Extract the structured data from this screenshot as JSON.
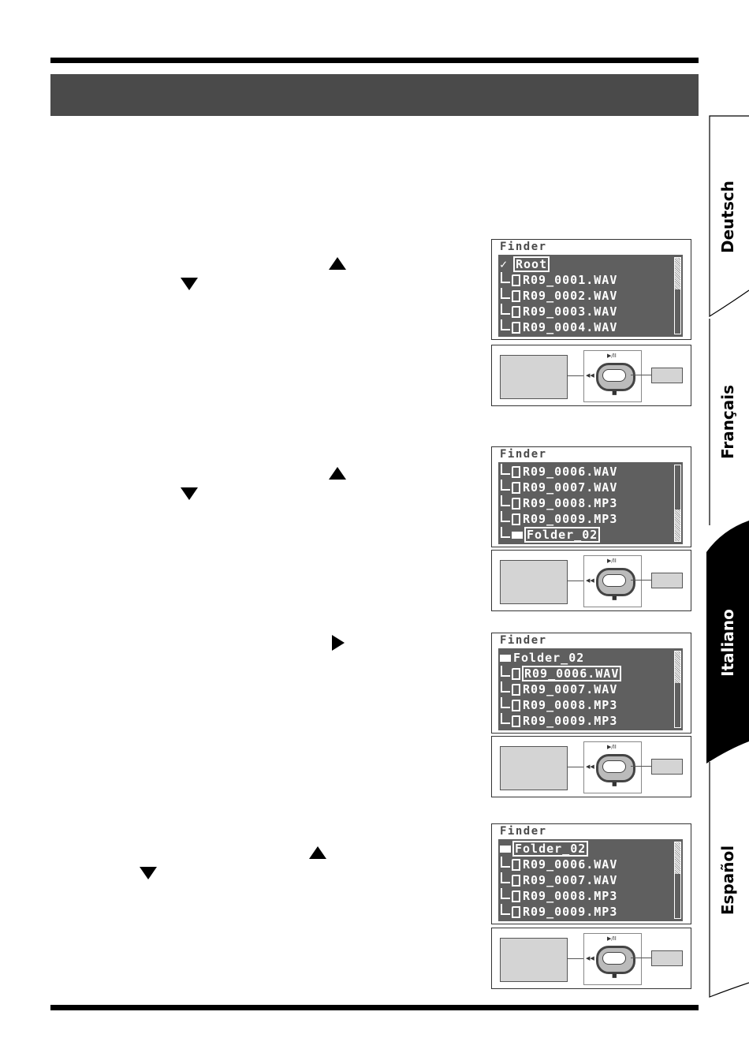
{
  "tabs": [
    {
      "label": "Deutsch",
      "active": false
    },
    {
      "label": "Français",
      "active": false
    },
    {
      "label": "Italiano",
      "active": true
    },
    {
      "label": "Español",
      "active": false
    }
  ],
  "screens": [
    {
      "title": "Finder",
      "rows": [
        {
          "kind": "root",
          "text": "Root",
          "selected": true
        },
        {
          "kind": "file",
          "text": "R09_0001.WAV"
        },
        {
          "kind": "file-mark",
          "text": "R09_0002.WAV"
        },
        {
          "kind": "file",
          "text": "R09_0003.WAV"
        },
        {
          "kind": "file",
          "text": "R09_0004.WAV"
        }
      ]
    },
    {
      "title": "Finder",
      "rows": [
        {
          "kind": "file",
          "text": "R09_0006.WAV"
        },
        {
          "kind": "file",
          "text": "R09_0007.WAV"
        },
        {
          "kind": "file-mark",
          "text": "R09_0008.MP3"
        },
        {
          "kind": "file",
          "text": "R09_0009.MP3"
        },
        {
          "kind": "folder",
          "text": "Folder_02",
          "selected": true
        }
      ]
    },
    {
      "title": "Finder",
      "rows": [
        {
          "kind": "folder-open",
          "text": "Folder_02"
        },
        {
          "kind": "file",
          "text": "R09_0006.WAV",
          "selected": true
        },
        {
          "kind": "file",
          "text": "R09_0007.WAV"
        },
        {
          "kind": "file",
          "text": "R09_0008.MP3"
        },
        {
          "kind": "file-mark",
          "text": "R09_0009.MP3"
        }
      ]
    },
    {
      "title": "Finder",
      "rows": [
        {
          "kind": "folder-open",
          "text": "Folder_02",
          "selected": true
        },
        {
          "kind": "file",
          "text": "R09_0006.WAV"
        },
        {
          "kind": "file",
          "text": "R09_0007.WAV"
        },
        {
          "kind": "file",
          "text": "R09_0008.MP3"
        },
        {
          "kind": "file-mark",
          "text": "R09_0009.MP3"
        }
      ]
    }
  ],
  "icons": {
    "arrow_up": "up-triangle-icon",
    "arrow_down": "down-triangle-icon",
    "arrow_right": "right-triangle-icon",
    "play_pause": "▶/II",
    "rewind": "◀◀",
    "stop": "■"
  },
  "colors": {
    "banner": "#4a4a4a",
    "lcd_bg": "#5f5f5f",
    "lcd_title": "#4a4a4a",
    "active_tab": "#000000"
  }
}
